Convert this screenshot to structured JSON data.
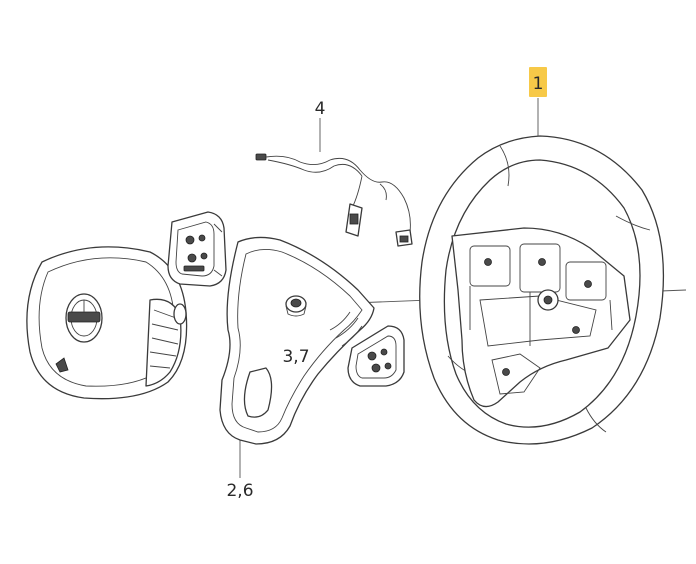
{
  "callouts": {
    "part_1": "1",
    "part_4": "4",
    "part_3_7": "3,7",
    "part_2_6": "2,6"
  },
  "colors": {
    "highlight": "#f7c948",
    "line": "#3a3a3a",
    "background": "#ffffff"
  },
  "icons": {
    "airbag_logo": "volvo-logo"
  }
}
